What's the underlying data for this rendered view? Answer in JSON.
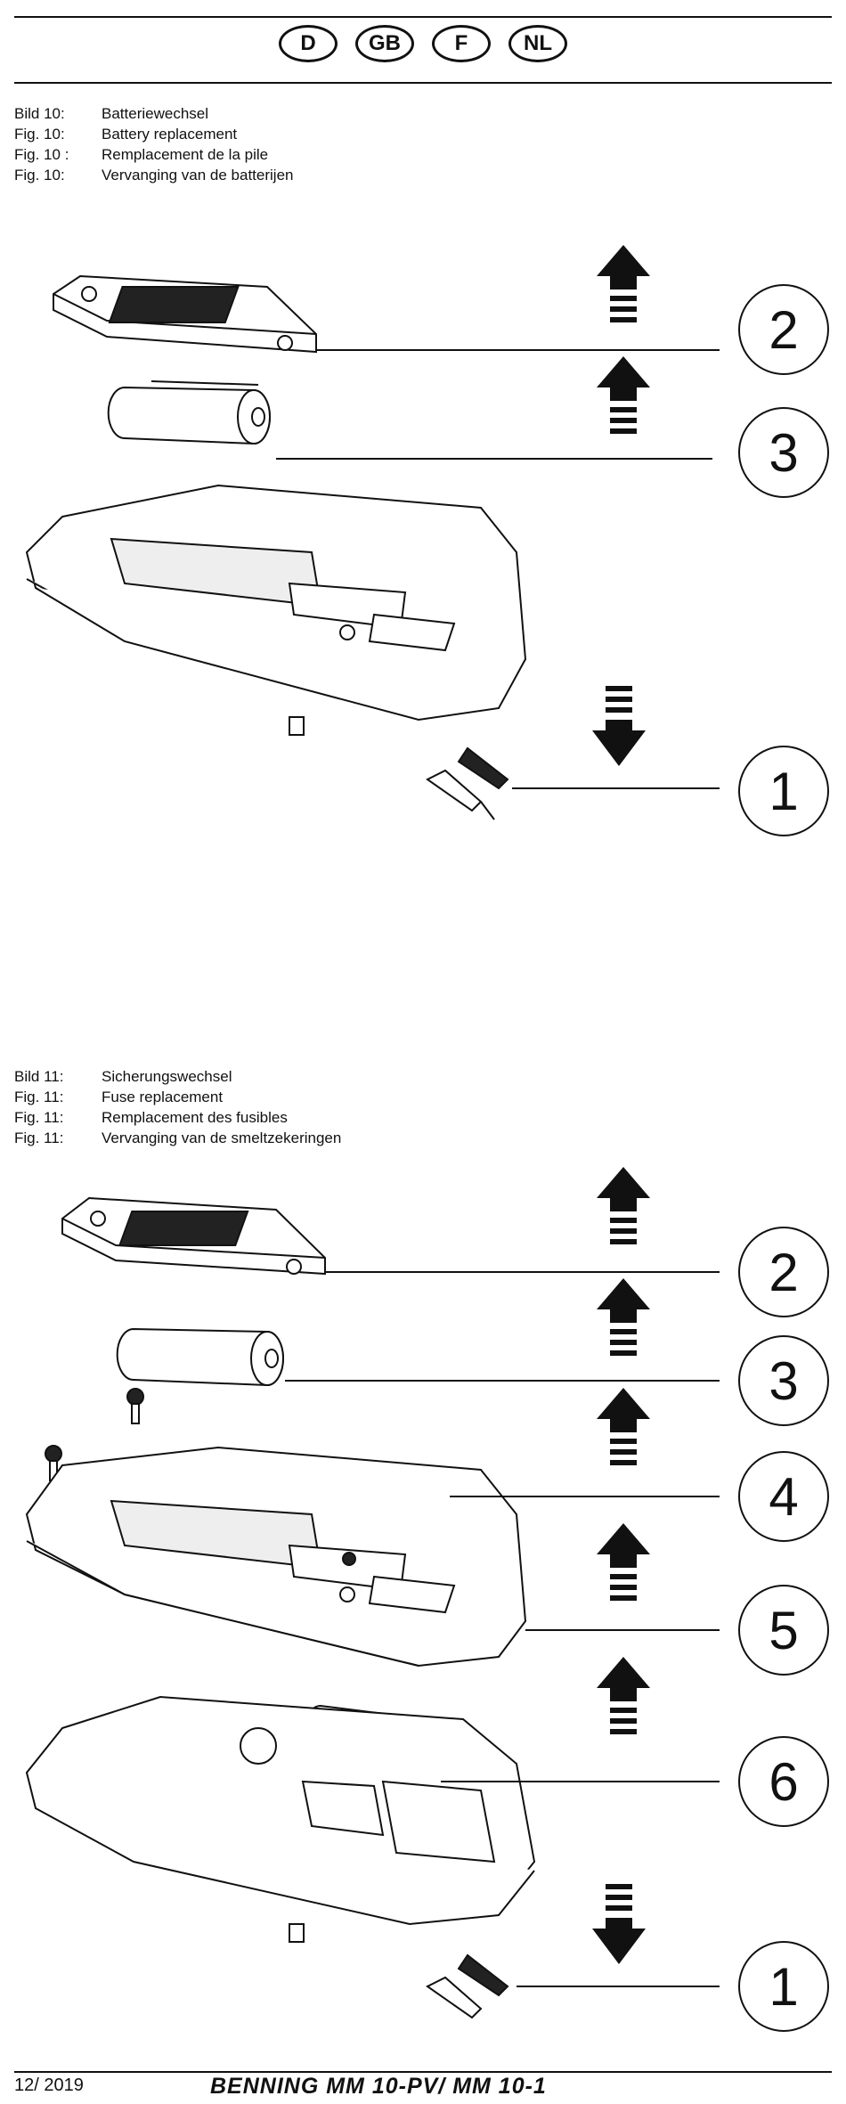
{
  "languages": [
    "D",
    "GB",
    "F",
    "NL"
  ],
  "figure10": {
    "captions": [
      {
        "label": "Bild 10:",
        "text": "Batteriewechsel"
      },
      {
        "label": "Fig. 10:",
        "text": "Battery replacement"
      },
      {
        "label": "Fig. 10 :",
        "text": "Remplacement de la pile"
      },
      {
        "label": "Fig. 10:",
        "text": "Vervanging van de batterijen"
      }
    ],
    "callouts": [
      "2",
      "3",
      "1"
    ]
  },
  "figure11": {
    "captions": [
      {
        "label": "Bild 11:",
        "text": "Sicherungswechsel"
      },
      {
        "label": "Fig. 11:",
        "text": "Fuse replacement"
      },
      {
        "label": "Fig. 11:",
        "text": "Remplacement des fusibles"
      },
      {
        "label": "Fig. 11:",
        "text": "Vervanging van de smeltzekeringen"
      }
    ],
    "callouts": [
      "2",
      "3",
      "4",
      "5",
      "6",
      "1"
    ]
  },
  "footer": {
    "date": "12/ 2019",
    "title": "BENNING MM 10-PV/ MM 10-1"
  }
}
